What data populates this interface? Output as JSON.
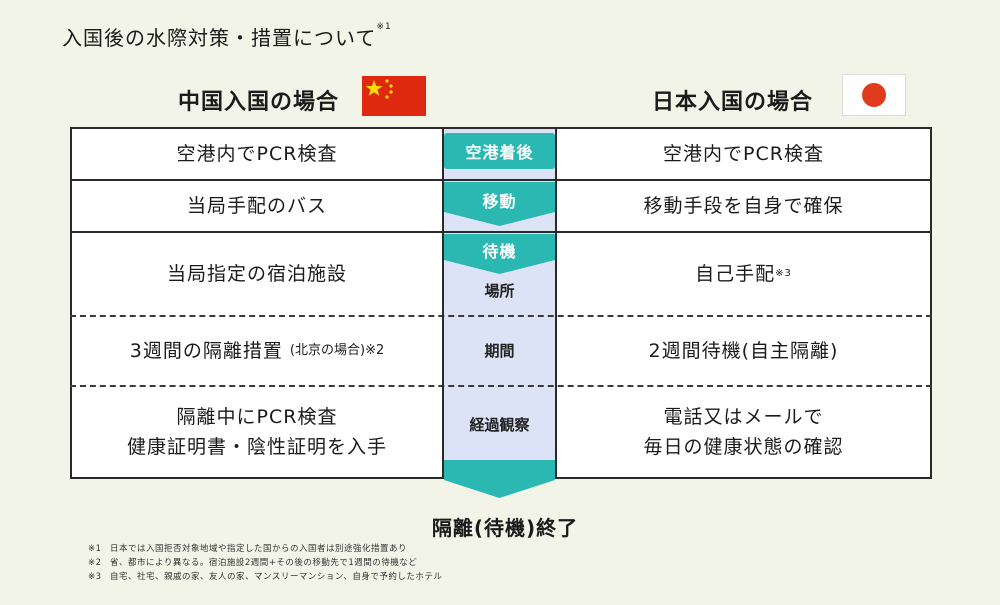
{
  "title": {
    "text": "入国後の水際対策・措置について",
    "note_mark": "※1"
  },
  "left_heading": "中国入国の場合",
  "right_heading": "日本入国の場合",
  "middle": {
    "arrival": "空港着後",
    "move": "移動",
    "wait": "待機",
    "place": "場所",
    "period": "期間",
    "observation": "経過観察"
  },
  "china": {
    "arrival": "空港内でPCR検査",
    "move": "当局手配のバス",
    "place": "当局指定の宿泊施設",
    "period_main": "3週間の隔離措置",
    "period_paren": "(北京の場合)",
    "period_note": "※2",
    "observation_line1": "隔離中にPCR検査",
    "observation_line2": "健康証明書・陰性証明を入手"
  },
  "japan": {
    "arrival": "空港内でPCR検査",
    "move": "移動手段を自身で確保",
    "place": "自己手配",
    "place_note": "※3",
    "period": "2週間待機(自主隔離)",
    "observation_line1": "電話又はメールで",
    "observation_line2": "毎日の健康状態の確認"
  },
  "end_label": "隔離(待機)終了",
  "footnotes": [
    {
      "mark": "※1",
      "text": "日本では入国拒否対象地域や指定した国からの入国者は別途強化措置あり"
    },
    {
      "mark": "※2",
      "text": "省、都市により異なる。宿泊施設2週間+その後の移動先で1週間の待機など"
    },
    {
      "mark": "※3",
      "text": "自宅、社宅、親戚の家、友人の家、マンスリーマンション、自身で予約したホテル"
    }
  ],
  "colors": {
    "background": "#f1f4e6",
    "teal": "#2bb8b3",
    "lavender": "#dde3f6",
    "china_red": "#de2910",
    "china_star": "#ffde00",
    "japan_red": "#e03b1c"
  }
}
